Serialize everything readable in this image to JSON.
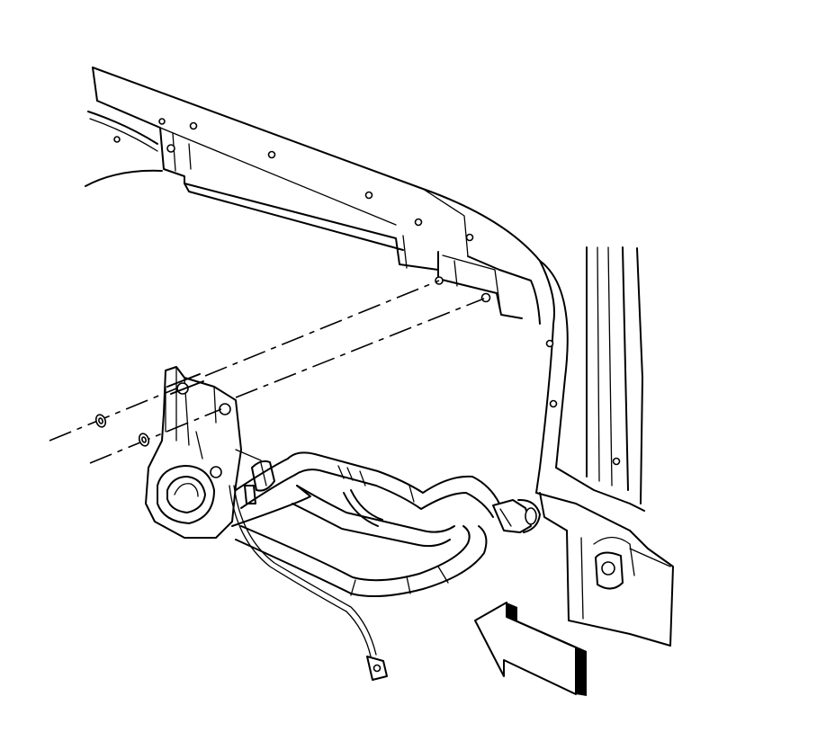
{
  "diagram": {
    "style": "line-art service illustration",
    "colors": {
      "line": "#000000",
      "background": "#ffffff"
    },
    "components": [
      {
        "name": "body-sill-panel"
      },
      {
        "name": "b-pillar"
      },
      {
        "name": "fuel-filler-housing"
      },
      {
        "name": "fuel-filler-hose-assembly"
      },
      {
        "name": "hose-quick-connector"
      },
      {
        "name": "ground-wire"
      },
      {
        "name": "fastener-nut"
      },
      {
        "name": "washer-upper"
      },
      {
        "name": "washer-lower"
      },
      {
        "name": "direction-arrow"
      }
    ],
    "icons": [
      "direction-arrow-icon"
    ]
  }
}
